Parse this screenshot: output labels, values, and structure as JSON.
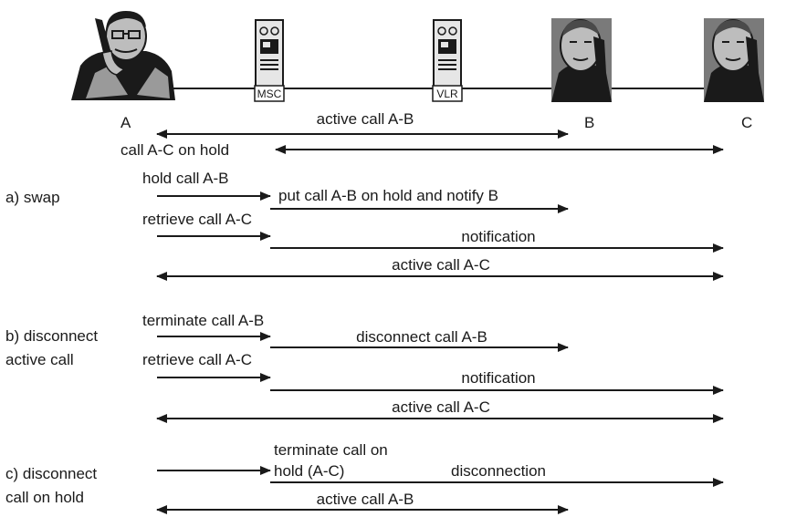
{
  "entities": {
    "a": "A",
    "b": "B",
    "c": "C",
    "msc": "MSC",
    "vlr": "VLR"
  },
  "top": {
    "active_ab": "active call A-B",
    "hold_ac": "call A-C on hold"
  },
  "section_a": {
    "title": "a) swap",
    "hold_ab": "hold call A-B",
    "put_hold": "put call A-B on hold and notify B",
    "retrieve_ac": "retrieve call A-C",
    "notification": "notification",
    "active_ac": "active call A-C"
  },
  "section_b": {
    "title_line1": "b) disconnect",
    "title_line2": "active call",
    "terminate_ab": "terminate call A-B",
    "disconnect_ab": "disconnect call A-B",
    "retrieve_ac": "retrieve call A-C",
    "notification": "notification",
    "active_ac": "active call A-C"
  },
  "section_c": {
    "title_line1": "c) disconnect",
    "title_line2": "call on hold",
    "terminate_line1": "terminate call on",
    "terminate_line2": "hold (A-C)",
    "disconnection": "disconnection",
    "active_ab": "active call A-B"
  },
  "colors": {
    "ink": "#1a1a1a",
    "skin": "#bdbdbd",
    "shade": "#7a7a7a",
    "device": "#e6e6e6"
  }
}
